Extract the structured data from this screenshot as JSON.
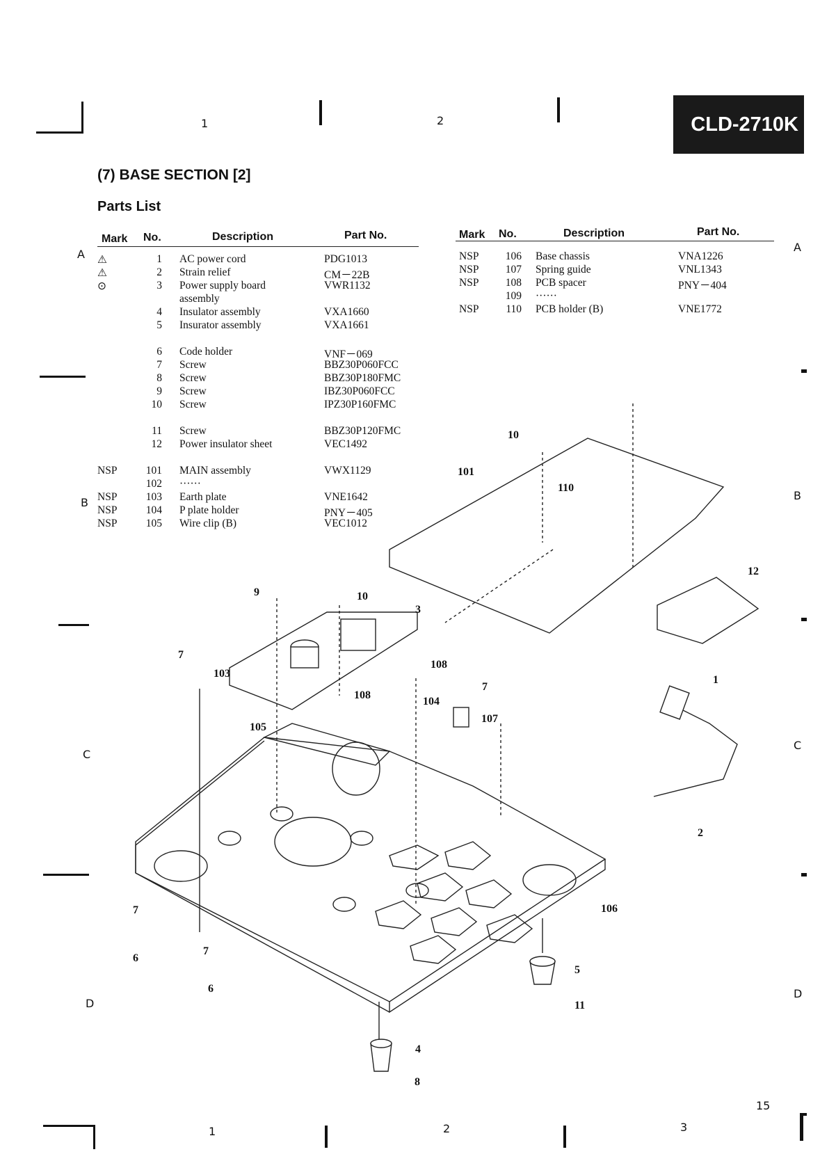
{
  "model": "CLD-2710K",
  "section_title": "(7)  BASE SECTION [2]",
  "parts_list_title": "Parts List",
  "page_number": "15",
  "grid": {
    "top_numbers": [
      "1",
      "2"
    ],
    "bottom_numbers": [
      "1",
      "2",
      "3"
    ],
    "letters": [
      "A",
      "B",
      "C",
      "D"
    ]
  },
  "headers": {
    "mark": "Mark",
    "no": "No.",
    "description": "Description",
    "part_no": "Part No."
  },
  "parts_left": [
    {
      "mark": "⚠",
      "no": "1",
      "desc": "AC power cord",
      "part": "PDG1013"
    },
    {
      "mark": "⚠",
      "no": "2",
      "desc": "Strain relief",
      "part": "CM－22B"
    },
    {
      "mark": "⊙",
      "no": "3",
      "desc": "Power supply board",
      "part": "VWR1132"
    },
    {
      "mark": "",
      "no": "",
      "desc": "assembly",
      "part": ""
    },
    {
      "mark": "",
      "no": "4",
      "desc": "Insulator assembly",
      "part": "VXA1660"
    },
    {
      "mark": "",
      "no": "5",
      "desc": "Insurator assembly",
      "part": "VXA1661"
    },
    {
      "mark": "",
      "no": "6",
      "desc": "Code holder",
      "part": "VNF－069"
    },
    {
      "mark": "",
      "no": "7",
      "desc": "Screw",
      "part": "BBZ30P060FCC"
    },
    {
      "mark": "",
      "no": "8",
      "desc": "Screw",
      "part": "BBZ30P180FMC"
    },
    {
      "mark": "",
      "no": "9",
      "desc": "Screw",
      "part": "IBZ30P060FCC"
    },
    {
      "mark": "",
      "no": "10",
      "desc": "Screw",
      "part": "IPZ30P160FMC"
    },
    {
      "mark": "",
      "no": "11",
      "desc": "Screw",
      "part": "BBZ30P120FMC"
    },
    {
      "mark": "",
      "no": "12",
      "desc": "Power insulator sheet",
      "part": "VEC1492"
    },
    {
      "mark": "NSP",
      "no": "101",
      "desc": "MAIN assembly",
      "part": "VWX1129"
    },
    {
      "mark": "",
      "no": "102",
      "desc": "······",
      "part": ""
    },
    {
      "mark": "NSP",
      "no": "103",
      "desc": "Earth plate",
      "part": "VNE1642"
    },
    {
      "mark": "NSP",
      "no": "104",
      "desc": "P plate holder",
      "part": "PNY－405"
    },
    {
      "mark": "NSP",
      "no": "105",
      "desc": "Wire clip (B)",
      "part": "VEC1012"
    }
  ],
  "parts_right": [
    {
      "mark": "NSP",
      "no": "106",
      "desc": "Base chassis",
      "part": "VNA1226"
    },
    {
      "mark": "NSP",
      "no": "107",
      "desc": "Spring guide",
      "part": "VNL1343"
    },
    {
      "mark": "NSP",
      "no": "108",
      "desc": "PCB spacer",
      "part": "PNY－404"
    },
    {
      "mark": "",
      "no": "109",
      "desc": "······",
      "part": ""
    },
    {
      "mark": "NSP",
      "no": "110",
      "desc": "PCB holder (B)",
      "part": "VNE1772"
    }
  ],
  "diagram_labels": [
    "1",
    "2",
    "3",
    "4",
    "5",
    "6",
    "6",
    "7",
    "7",
    "7",
    "7",
    "8",
    "9",
    "10",
    "10",
    "11",
    "12",
    "101",
    "103",
    "104",
    "105",
    "106",
    "107",
    "108",
    "108",
    "110"
  ]
}
